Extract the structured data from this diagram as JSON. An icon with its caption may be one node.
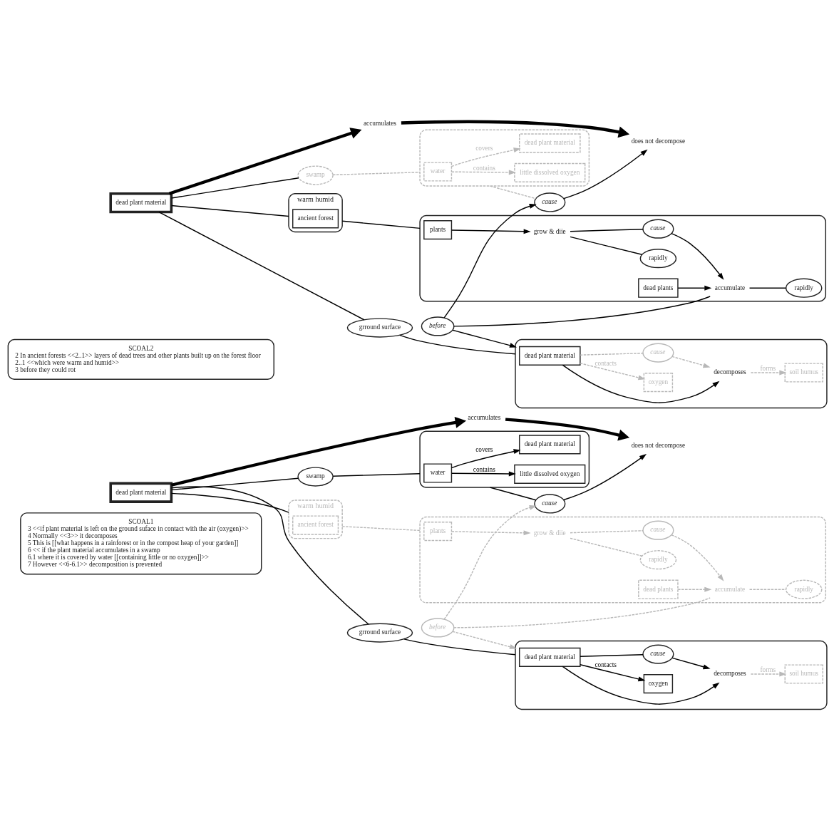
{
  "diagram": {
    "nodes": [
      {
        "text": [
          "SCOAL1",
          "3 <<if plant material is left on the ground suface in contact with the air (oxygen)>>",
          "4 Normally <<3>> it decomposes",
          "5 This is [[what happens in a rainforest or in the compost heap of your garden]]",
          "6 << if the plant material accumulates in a swamp",
          "6.1 where it is covered by water [[containing little or no oxygen]]>>",
          "7 However <<6-6.1>> decomposition is prevented"
        ]
      },
      {
        "text": [
          "dead plant material"
        ]
      },
      {
        "text": [
          "accumulates"
        ]
      },
      {
        "text": [
          "does not decompose"
        ]
      },
      {
        "text": [
          "swamp"
        ]
      },
      {
        "text": [
          "warm humid"
        ]
      },
      {
        "text": [
          "ancient forest"
        ],
        "in": 5
      },
      {
        "text": [
          "grround surface"
        ]
      },
      {
        "text": [
          "cause"
        ]
      },
      {
        "text": [],
        "shape": "box"
      },
      {
        "text": [
          "water"
        ],
        "in": 9
      },
      {
        "text": [
          "little dissolved oxygen"
        ],
        "in": 9
      },
      {
        "text": [
          "dead plant material"
        ],
        "in": 9
      },
      {
        "text": [],
        "shape": "box"
      },
      {
        "text": [
          "plants"
        ],
        "in": 13
      },
      {
        "text": [
          "rapidly"
        ],
        "in": 13
      },
      {
        "text": [
          "grow & diie"
        ],
        "in": 13
      },
      {
        "text": [
          "dead plants"
        ],
        "in": 13
      },
      {
        "text": [
          "rapidly"
        ],
        "in": 13
      },
      {
        "text": [
          "accumulate"
        ],
        "in": 13
      },
      {
        "text": [
          "cause"
        ],
        "in": 13
      },
      {
        "text": [
          "before"
        ]
      },
      {
        "text": [],
        "shape": "box"
      },
      {
        "text": [
          "dead plant material"
        ],
        "in": 22
      },
      {
        "text": [
          "oxygen"
        ],
        "in": 22
      },
      {
        "text": [
          "cause"
        ],
        "in": 22
      },
      {
        "text": [
          "decomposes"
        ],
        "in": 22
      },
      {
        "text": [
          "soil humus"
        ],
        "in": 22
      },
      {
        "text": [
          "SCOAL2",
          "2 In ancient forests <<2..1>> layers of dead trees and other plants built up on the forest floor",
          "2..1 <<which were warm and humid>>",
          "3 before they could rot"
        ]
      },
      {
        "text": [
          "dead plant material"
        ]
      },
      {
        "text": [
          "accumulates"
        ]
      },
      {
        "text": [
          "does not decompose"
        ]
      },
      {
        "text": [
          "swamp"
        ]
      },
      {
        "text": [
          "warm humid"
        ]
      },
      {
        "text": [
          "ancient forest"
        ],
        "in": 33
      },
      {
        "text": [
          "grround surface"
        ]
      },
      {
        "text": [
          "cause"
        ]
      },
      {
        "text": [],
        "shape": "box"
      },
      {
        "text": [
          "water"
        ],
        "in": 37
      },
      {
        "text": [
          "little dissolved oxygen"
        ],
        "in": 37
      },
      {
        "text": [
          "dead plant material"
        ],
        "in": 37
      },
      {
        "text": [],
        "shape": "box"
      },
      {
        "text": [
          "plants"
        ],
        "in": 41
      },
      {
        "text": [
          "rapidly"
        ],
        "in": 41
      },
      {
        "text": [
          "grow & diie"
        ],
        "in": 41
      },
      {
        "text": [
          "dead plants"
        ],
        "in": 41
      },
      {
        "text": [
          "rapidly"
        ],
        "in": 41
      },
      {
        "text": [
          "accumulate"
        ],
        "in": 41
      },
      {
        "text": [
          "cause"
        ],
        "in": 41
      },
      {
        "text": [
          "before"
        ]
      },
      {
        "text": [],
        "shape": "box"
      },
      {
        "text": [
          "dead plant material"
        ],
        "in": 50
      },
      {
        "text": [
          "oxygen"
        ],
        "in": 50
      },
      {
        "text": [
          "cause"
        ],
        "in": 50
      },
      {
        "text": [
          "decomposes"
        ],
        "in": 50
      },
      {
        "text": [
          "soil humus"
        ],
        "in": 50
      }
    ],
    "edges": [
      {
        "from": 1,
        "to": 2,
        "arrow": "to",
        "style": "thick"
      },
      {
        "from": 2,
        "to": 3,
        "arrow": "to",
        "style": "thick"
      },
      {
        "from": 8,
        "to": 3,
        "arrow": "to"
      },
      {
        "from": 1,
        "to": 4,
        "arrow": "none"
      },
      {
        "from": 1,
        "to": 5,
        "arrow": "none"
      },
      {
        "from": 1,
        "to": 7,
        "arrow": "none"
      },
      {
        "from": 4,
        "to": 9,
        "arrow": "none"
      },
      {
        "from": 5,
        "to": 13,
        "arrow": "none",
        "style": "dashed",
        "color": "#b8b8b8"
      },
      {
        "from": 7,
        "to": 22,
        "arrow": "none"
      },
      {
        "from": 9,
        "to": 8,
        "arrow": "none"
      },
      {
        "from": 10,
        "to": 11,
        "arrow": "to",
        "label": "contains"
      },
      {
        "from": 10,
        "to": 12,
        "arrow": "to",
        "label": "covers"
      },
      {
        "from": 14,
        "to": 16,
        "arrow": "to",
        "style": "dashed",
        "color": "#b8b8b8"
      },
      {
        "from": 16,
        "to": 15,
        "arrow": "none",
        "style": "dashed",
        "color": "#b8b8b8"
      },
      {
        "from": 16,
        "to": 20,
        "arrow": "none",
        "style": "dashed",
        "color": "#b8b8b8"
      },
      {
        "from": 20,
        "to": 19,
        "arrow": "to",
        "style": "dashed",
        "color": "#b8b8b8"
      },
      {
        "from": 17,
        "to": 19,
        "arrow": "to",
        "style": "dashed",
        "color": "#b8b8b8"
      },
      {
        "from": 19,
        "to": 18,
        "arrow": "none",
        "style": "dashed",
        "color": "#b8b8b8"
      },
      {
        "from": 21,
        "to": 19,
        "arrow": "none",
        "style": "dashed",
        "color": "#b8b8b8"
      },
      {
        "from": 21,
        "to": 22,
        "arrow": "to",
        "style": "dashed",
        "color": "#b8b8b8"
      },
      {
        "from": 21,
        "to": 8,
        "arrow": "to",
        "style": "dashed",
        "color": "#b8b8b8"
      },
      {
        "from": 23,
        "to": 24,
        "arrow": "to",
        "label": "contacts"
      },
      {
        "from": 23,
        "to": 26,
        "arrow": "to"
      },
      {
        "from": 23,
        "to": 25,
        "arrow": "none"
      },
      {
        "from": 25,
        "to": 26,
        "arrow": "to"
      },
      {
        "from": 26,
        "to": 27,
        "arrow": "to",
        "label": "forms",
        "style": "dashed",
        "color": "#b8b8b8"
      },
      {
        "from": 29,
        "to": 30,
        "arrow": "to",
        "style": "thick"
      },
      {
        "from": 30,
        "to": 31,
        "arrow": "to",
        "style": "thick"
      },
      {
        "from": 36,
        "to": 31,
        "arrow": "to"
      },
      {
        "from": 29,
        "to": 32,
        "arrow": "none"
      },
      {
        "from": 29,
        "to": 33,
        "arrow": "none"
      },
      {
        "from": 29,
        "to": 35,
        "arrow": "none"
      },
      {
        "from": 32,
        "to": 37,
        "arrow": "none",
        "style": "dashed",
        "color": "#b8b8b8"
      },
      {
        "from": 33,
        "to": 41,
        "arrow": "none"
      },
      {
        "from": 35,
        "to": 50,
        "arrow": "none"
      },
      {
        "from": 37,
        "to": 36,
        "arrow": "none",
        "style": "dashed",
        "color": "#b8b8b8"
      },
      {
        "from": 38,
        "to": 39,
        "arrow": "to",
        "label": "contains",
        "style": "dashed",
        "color": "#b8b8b8"
      },
      {
        "from": 38,
        "to": 40,
        "arrow": "to",
        "label": "covers",
        "style": "dashed",
        "color": "#b8b8b8"
      },
      {
        "from": 42,
        "to": 44,
        "arrow": "to"
      },
      {
        "from": 44,
        "to": 43,
        "arrow": "none"
      },
      {
        "from": 44,
        "to": 48,
        "arrow": "none"
      },
      {
        "from": 48,
        "to": 47,
        "arrow": "to"
      },
      {
        "from": 45,
        "to": 47,
        "arrow": "to"
      },
      {
        "from": 47,
        "to": 46,
        "arrow": "none"
      },
      {
        "from": 49,
        "to": 47,
        "arrow": "none"
      },
      {
        "from": 49,
        "to": 50,
        "arrow": "to"
      },
      {
        "from": 49,
        "to": 36,
        "arrow": "to"
      },
      {
        "from": 51,
        "to": 52,
        "arrow": "to",
        "label": "contacts",
        "style": "dashed",
        "color": "#b8b8b8"
      },
      {
        "from": 51,
        "to": 54,
        "arrow": "to"
      },
      {
        "from": 51,
        "to": 53,
        "arrow": "none",
        "style": "dashed",
        "color": "#b8b8b8"
      },
      {
        "from": 53,
        "to": 54,
        "arrow": "to",
        "style": "dashed",
        "color": "#b8b8b8"
      },
      {
        "from": 54,
        "to": 55,
        "arrow": "to",
        "label": "forms",
        "style": "dashed",
        "color": "#b8b8b8"
      }
    ]
  }
}
